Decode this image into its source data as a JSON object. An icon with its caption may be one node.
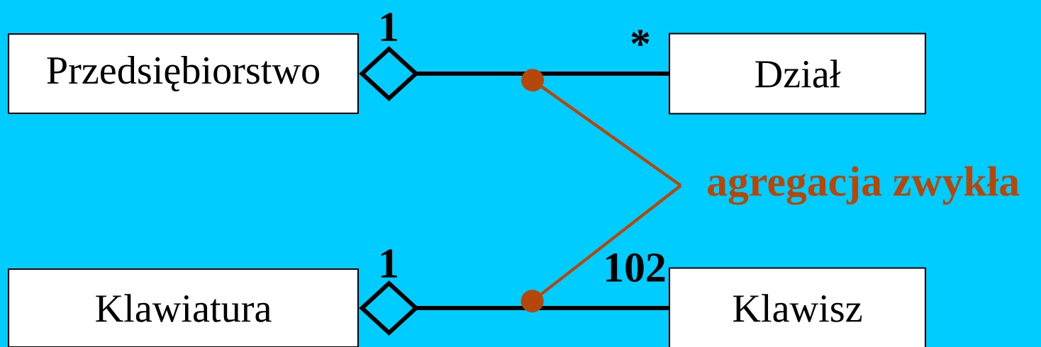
{
  "diagram": {
    "nodes": [
      {
        "text": [
          "Przedsiębiorstwo"
        ]
      },
      {
        "text": [
          "Dział"
        ]
      },
      {
        "text": [
          "Klawiatura"
        ]
      },
      {
        "text": [
          "Klawisz"
        ]
      },
      {
        "text": [
          "agregacja zwykła"
        ]
      }
    ],
    "edges": [
      {
        "from": 0,
        "to": 1,
        "arrow": "other"
      },
      {
        "from": 2,
        "to": 3,
        "arrow": "other"
      },
      {
        "from": 4,
        "to": null,
        "arrow": "other",
        "color": "#b5470a"
      },
      {
        "from": 4,
        "to": null,
        "arrow": "other",
        "color": "#b5470a"
      }
    ],
    "labels": [
      "1",
      "*",
      "1",
      "102"
    ]
  }
}
